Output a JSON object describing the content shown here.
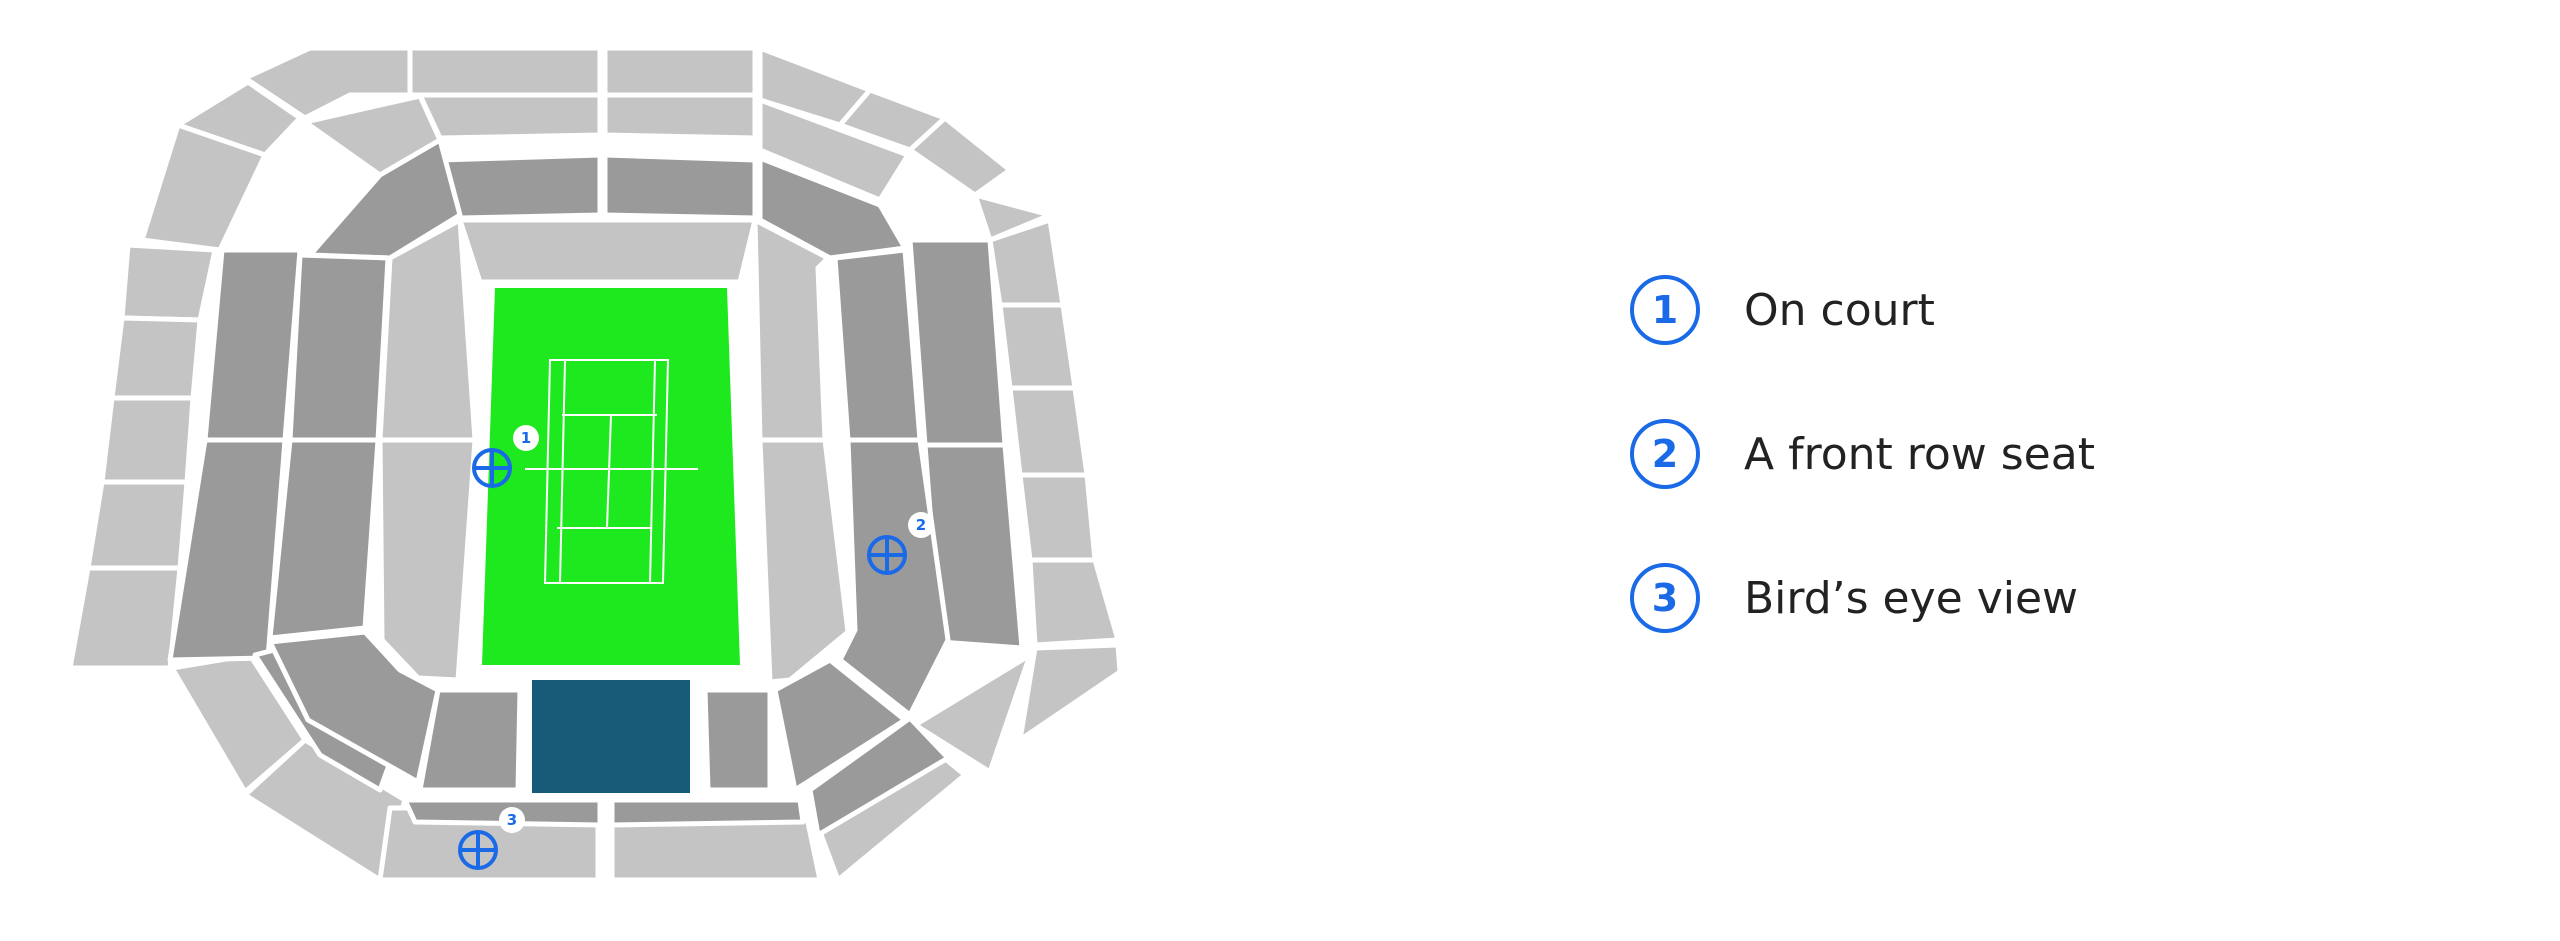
{
  "colors": {
    "court": "#1ee81e",
    "court_lines": "#ffffff",
    "stand_light": "#c4c4c4",
    "stand_mid": "#9a9a9a",
    "stand_dark": "#8a8a8a",
    "box": "#175b78",
    "accent": "#1a6ae8"
  },
  "markers": [
    {
      "number": "1",
      "icon": "crosshair-icon"
    },
    {
      "number": "2",
      "icon": "crosshair-icon"
    },
    {
      "number": "3",
      "icon": "crosshair-icon"
    }
  ],
  "legend": [
    {
      "number": "1",
      "label": "On court"
    },
    {
      "number": "2",
      "label": "A front row seat"
    },
    {
      "number": "3",
      "label": "Bird’s eye view"
    }
  ]
}
